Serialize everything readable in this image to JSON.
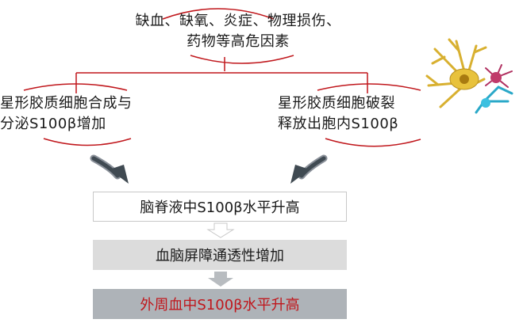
{
  "top_cause": {
    "line1": "缺血、缺氧、炎症、物理损伤、",
    "line2": "药物等高危因素"
  },
  "left_branch": {
    "line1": "星形胶质细胞合成与",
    "line2": "分泌S100β增加"
  },
  "right_branch": {
    "line1": "星形胶质细胞破裂",
    "line2": "释放出胞内S100β"
  },
  "steps": [
    {
      "label": "脑脊液中S100β水平升高"
    },
    {
      "label": "血脑屏障通透性增加"
    },
    {
      "label": "外周血中S100β水平升高"
    }
  ],
  "colors": {
    "bracket_red": "#c0171c",
    "connector_red": "#c0171c",
    "final_text": "#c0171c",
    "box2_fill": "#dcdcdc",
    "box3_fill": "#aeb3b8",
    "arrow_dark": "#404a52"
  },
  "icons": [
    "astrocyte-cell-illustration"
  ]
}
